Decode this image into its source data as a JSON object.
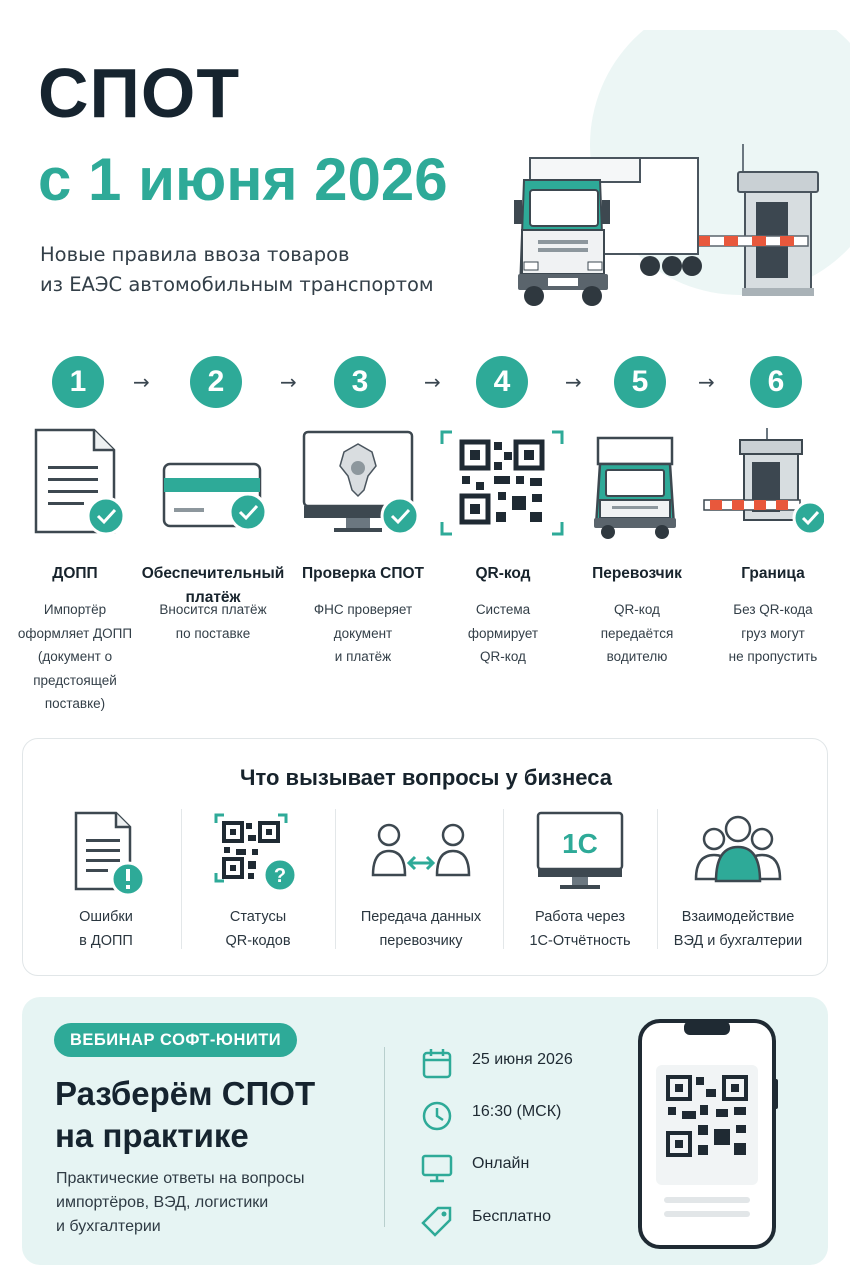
{
  "hero": {
    "title": "СПОТ",
    "date": "с 1 июня 2026",
    "subtitle_line1": "Новые правила ввоза товаров",
    "subtitle_line2": "из ЕАЭС автомобильным транспортом"
  },
  "steps": [
    {
      "num": "1",
      "title": "ДОПП",
      "desc": [
        "Импортёр",
        "оформляет ДОПП",
        "(документ о",
        "предстоящей",
        "поставке)"
      ],
      "icon": "document-check-icon"
    },
    {
      "num": "2",
      "title_lines": [
        "Обеспечительный",
        "платёж"
      ],
      "desc": [
        "Вносится платёж",
        "по поставке"
      ],
      "icon": "card-check-icon"
    },
    {
      "num": "3",
      "title": "Проверка СПОТ",
      "desc": [
        "ФНС проверяет",
        "документ",
        "и платёж"
      ],
      "icon": "monitor-emblem-check-icon"
    },
    {
      "num": "4",
      "title": "QR-код",
      "desc": [
        "Система",
        "формирует",
        "QR-код"
      ],
      "icon": "qr-code-icon"
    },
    {
      "num": "5",
      "title": "Перевозчик",
      "desc": [
        "QR-код",
        "передаётся",
        "водителю"
      ],
      "icon": "truck-icon"
    },
    {
      "num": "6",
      "title": "Граница",
      "desc": [
        "Без QR-кода",
        "груз могут",
        "не пропустить"
      ],
      "icon": "border-barrier-check-icon"
    }
  ],
  "step_arrow": "→",
  "issues": {
    "title": "Что вызывает вопросы у бизнеса",
    "items": [
      {
        "lines": [
          "Ошибки",
          "в ДОПП"
        ],
        "icon": "document-warning-icon"
      },
      {
        "lines": [
          "Статусы",
          "QR-кодов"
        ],
        "icon": "qr-question-icon"
      },
      {
        "lines": [
          "Передача данных",
          "перевозчику"
        ],
        "icon": "data-transfer-icon"
      },
      {
        "lines": [
          "Работа через",
          "1С-Отчётность"
        ],
        "icon": "monitor-1c-icon"
      },
      {
        "lines": [
          "Взаимодействие",
          "ВЭД и бухгалтерии"
        ],
        "icon": "team-icon"
      }
    ]
  },
  "webinar": {
    "badge": "ВЕБИНАР СОФТ-ЮНИТИ",
    "title_line1": "Разберём СПОТ",
    "title_line2": "на практике",
    "desc_line1": "Практические ответы на вопросы",
    "desc_line2": "импортёров, ВЭД, логистики",
    "desc_line3": "и бухгалтерии",
    "details": [
      {
        "icon": "calendar-icon",
        "text": "25 июня 2026"
      },
      {
        "icon": "clock-icon",
        "text": "16:30 (МСК)"
      },
      {
        "icon": "monitor-icon",
        "text": "Онлайн"
      },
      {
        "icon": "price-tag-icon",
        "text": "Бесплатно"
      }
    ],
    "phone_icon": "phone-qr-icon",
    "logo_text": "1С"
  },
  "colors": {
    "accent": "#2eaa98",
    "dark": "#16242f",
    "barrier_red": "#e8583c",
    "panel_bg": "#e6f4f3"
  }
}
